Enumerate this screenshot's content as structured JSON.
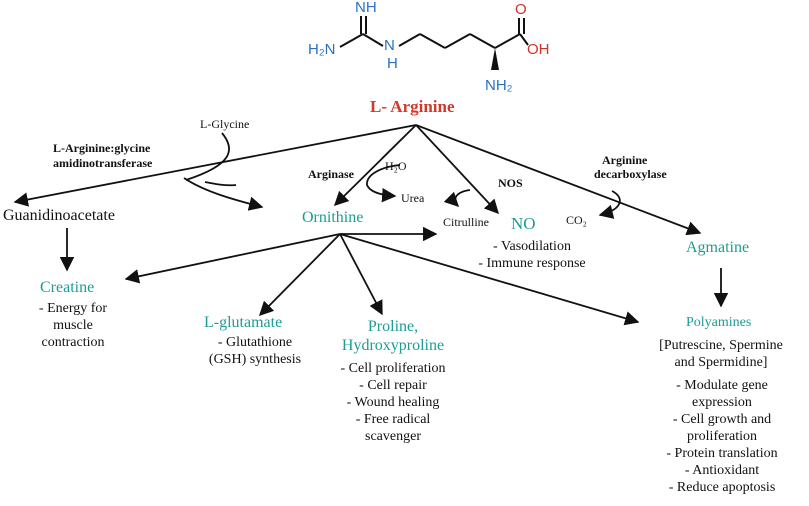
{
  "colors": {
    "product": "#1d9c95",
    "substrate": "#d03a2b",
    "nitrogen": "#2a6fc1",
    "oxygen": "#d0322a",
    "arrow": "#111111"
  },
  "structure": {
    "nh_top": "NH",
    "h2n": "H₂N",
    "n_h": "H",
    "o_top": "O",
    "oh": "OH",
    "nh2": "NH₂"
  },
  "title": "L- Arginine",
  "labels": {
    "glycine": "L-Glycine",
    "enzyme_agat_line1": "L-Arginine:glycine",
    "enzyme_agat_line2": "amidinotransferase",
    "arginase": "Arginase",
    "h2o": "H₂O",
    "urea": "Urea",
    "nos": "NOS",
    "citrulline": "Citrulline",
    "decarboxylase_line1": "Arginine",
    "decarboxylase_line2": "decarboxylase",
    "co2": "CO₂"
  },
  "nodes": {
    "guanidinoacetate": "Guanidinoacetate",
    "ornithine": "Ornithine",
    "no": "NO",
    "agmatine": "Agmatine",
    "creatine": "Creatine",
    "l_glutamate": "L-glutamate",
    "proline_line1": "Proline,",
    "proline_line2": "Hydroxyproline",
    "polyamines": "Polyamines",
    "polyamines_sub_line1": "[Putrescine, Spermine",
    "polyamines_sub_line2": "and Spermidine]"
  },
  "effects": {
    "no": [
      "- Vasodilation",
      "- Immune response"
    ],
    "creatine": [
      "- Energy for",
      "muscle",
      "contraction"
    ],
    "glutamate": [
      "- Glutathione",
      "(GSH) synthesis"
    ],
    "proline": [
      "- Cell proliferation",
      "- Cell repair",
      "- Wound healing",
      "- Free radical",
      "scavenger"
    ],
    "polyamines": [
      "- Modulate gene",
      "expression",
      "- Cell growth and",
      "proliferation",
      "- Protein translation",
      "- Antioxidant",
      "- Reduce apoptosis"
    ]
  }
}
